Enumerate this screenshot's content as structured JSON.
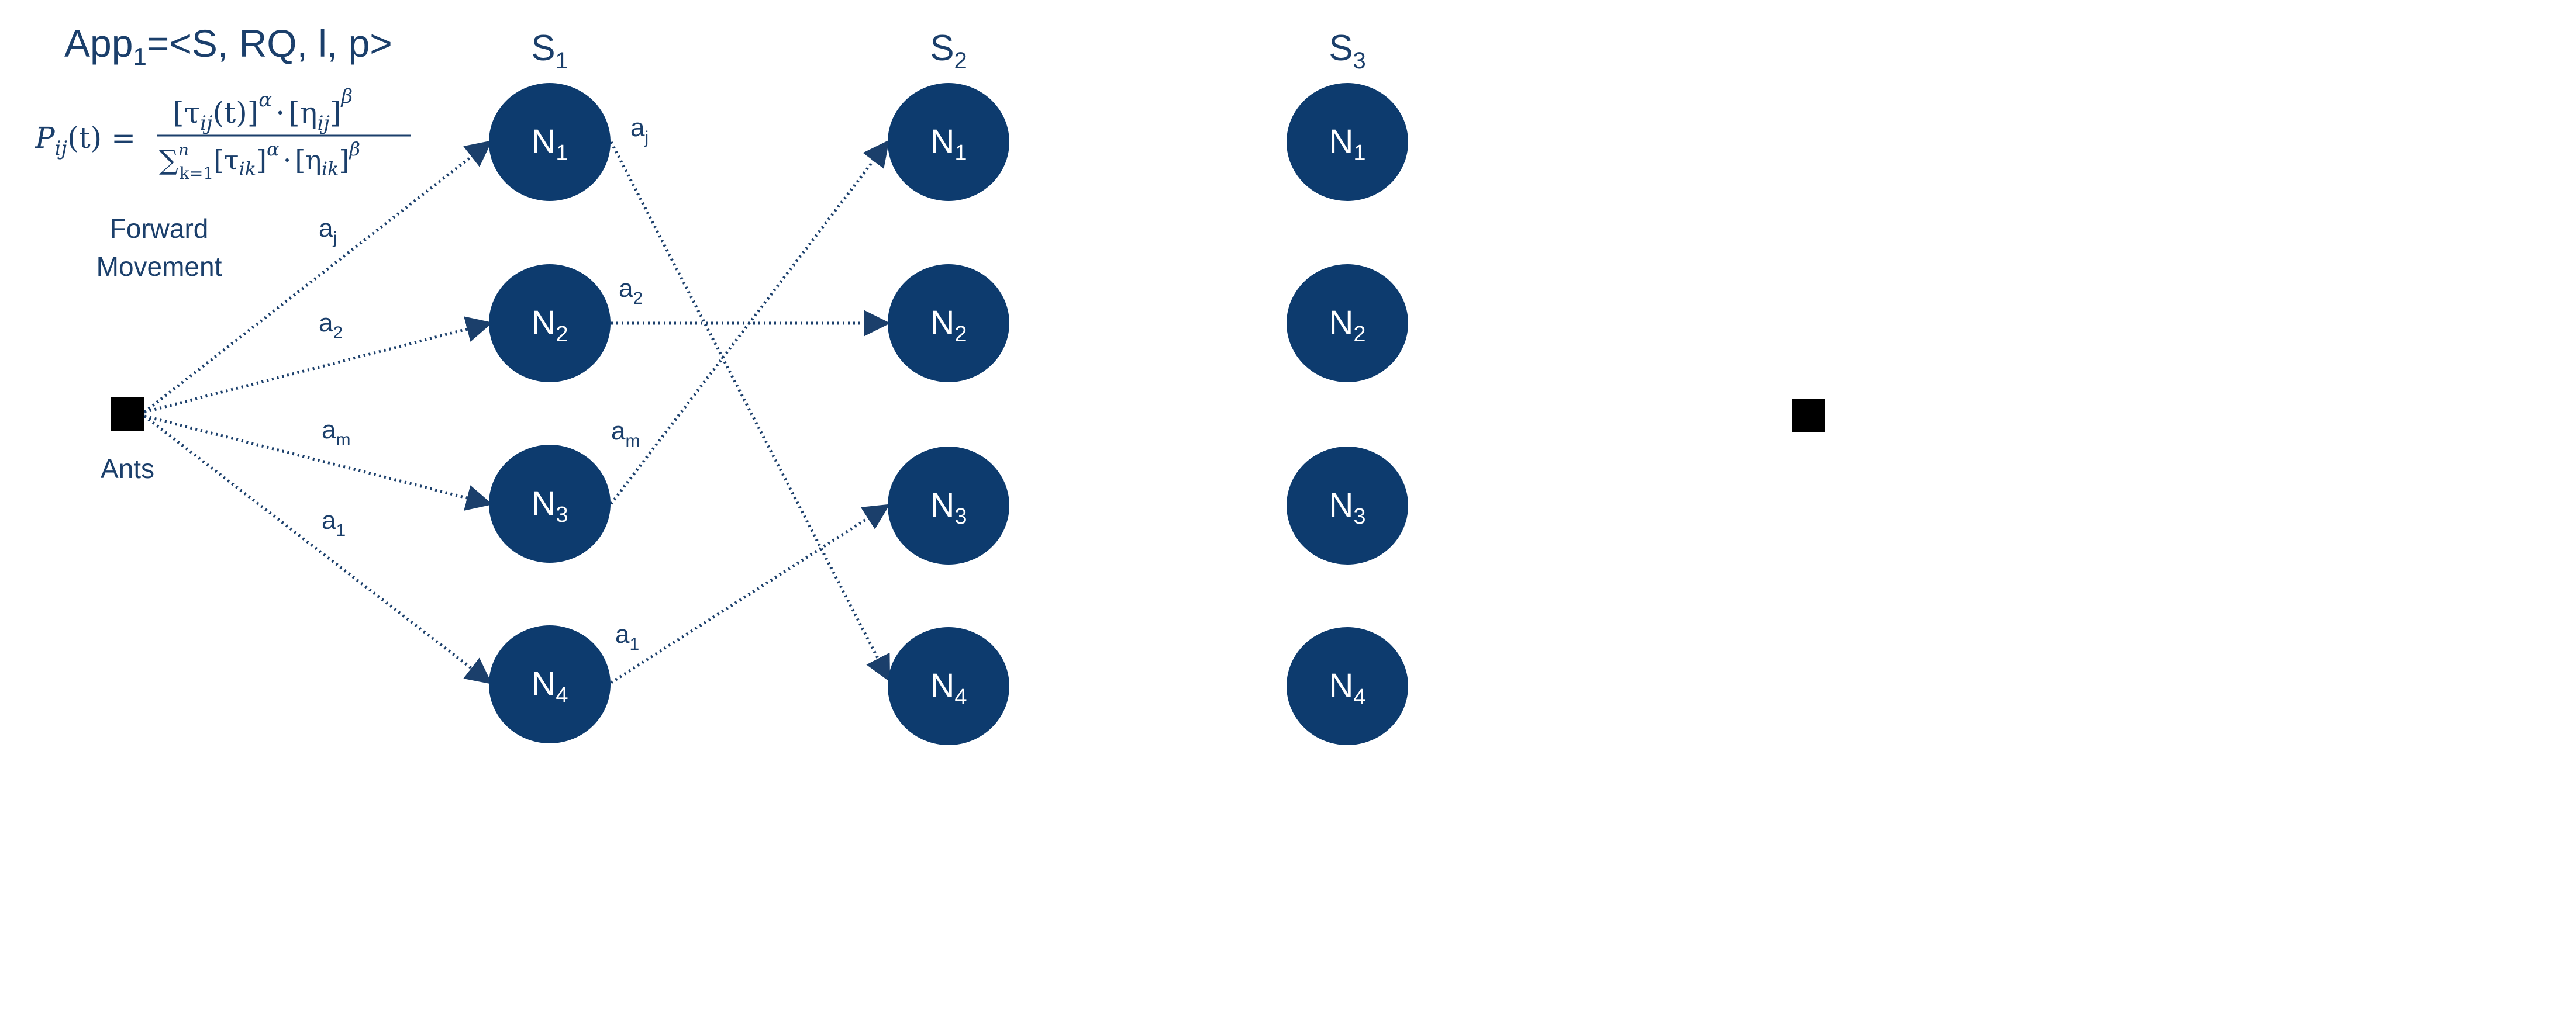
{
  "title": {
    "base": "App",
    "sub": "1",
    "rest": "=<S, RQ, l, p>"
  },
  "formula": {
    "lhs": "P",
    "lhs_sub": "ij",
    "lhs_arg": "(t) =",
    "numerator": "[τ",
    "numerator_sub": "ij",
    "numerator_rest": "(t)]",
    "alpha": "α",
    "dot": "·",
    "eta_open": "[η",
    "eta_sub": "ij",
    "eta_close": "]",
    "beta": "β",
    "sum": "∑",
    "sum_sub": "k=1",
    "sum_sup": "n",
    "den_tau": "[τ",
    "den_tau_sub": "ik",
    "den_tau_close": "]",
    "den_eta": "[η",
    "den_eta_sub": "ik",
    "den_eta_close": "]"
  },
  "forward_movement": [
    "Forward",
    "Movement"
  ],
  "ants_label": "Ants",
  "stages": [
    {
      "base": "S",
      "sub": "1"
    },
    {
      "base": "S",
      "sub": "2"
    },
    {
      "base": "S",
      "sub": "3"
    }
  ],
  "nodes": [
    {
      "base": "N",
      "sub": "1"
    },
    {
      "base": "N",
      "sub": "2"
    },
    {
      "base": "N",
      "sub": "3"
    },
    {
      "base": "N",
      "sub": "4"
    }
  ],
  "edge_labels": {
    "ant_to_n1": {
      "base": "a",
      "sub": "j"
    },
    "ant_to_n2": {
      "base": "a",
      "sub": "2"
    },
    "ant_to_n3": {
      "base": "a",
      "sub": "m"
    },
    "ant_to_n4": {
      "base": "a",
      "sub": "1"
    },
    "s1n1_out": {
      "base": "a",
      "sub": "j"
    },
    "s1n2_out": {
      "base": "a",
      "sub": "2"
    },
    "s1n3_out": {
      "base": "a",
      "sub": "m"
    },
    "s1n4_out": {
      "base": "a",
      "sub": "1"
    }
  },
  "colors": {
    "node_fill": "#0d3b6e",
    "text": "#1b3f6b",
    "edge": "#1b3f6b",
    "marker": "#000000"
  }
}
